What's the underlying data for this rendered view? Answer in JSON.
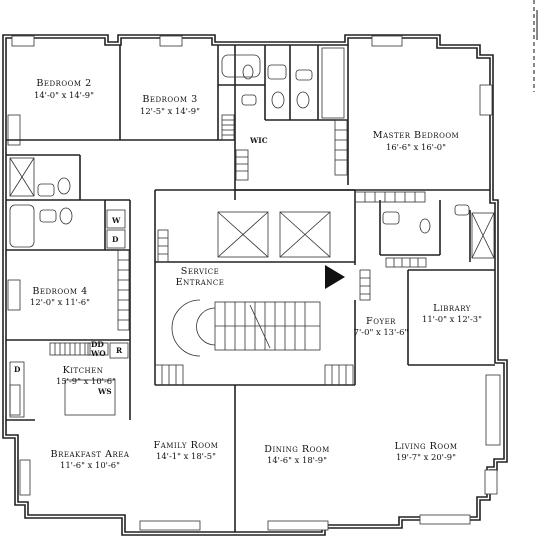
{
  "rooms": {
    "bedroom2": {
      "name": "Bedroom 2",
      "dims": "14'-0\" x 14'-9\""
    },
    "bedroom3": {
      "name": "Bedroom 3",
      "dims": "12'-5\" x 14'-9\""
    },
    "master_bedroom": {
      "name": "Master Bedroom",
      "dims": "16'-6\" x 16'-0\""
    },
    "bedroom4": {
      "name": "Bedroom 4",
      "dims": "12'-0\" x 11'-6\""
    },
    "kitchen": {
      "name": "Kitchen",
      "dims": "15'-9\" x 10'-6\""
    },
    "breakfast_area": {
      "name": "Breakfast Area",
      "dims": "11'-6\" x 10'-6\""
    },
    "family_room": {
      "name": "Family Room",
      "dims": "14'-1\" x 18'-5\""
    },
    "dining_room": {
      "name": "Dining Room",
      "dims": "14'-6\" x 18'-9\""
    },
    "living_room": {
      "name": "Living Room",
      "dims": "19'-7\" x 20'-9\""
    },
    "foyer": {
      "name": "Foyer",
      "dims": "7'-0\" x 13'-6\""
    },
    "library": {
      "name": "Library",
      "dims": "11'-0\" x 12'-3\""
    }
  },
  "service_entrance": {
    "line1": "Service",
    "line2": "Entrance"
  },
  "fixtures": {
    "wic": "WIC",
    "washer": "W",
    "dryer": "D",
    "dishwasher_top": "DD",
    "wine": "WO",
    "refrigerator": "R",
    "dishwasher_left": "D",
    "wet_sink": "WS"
  }
}
